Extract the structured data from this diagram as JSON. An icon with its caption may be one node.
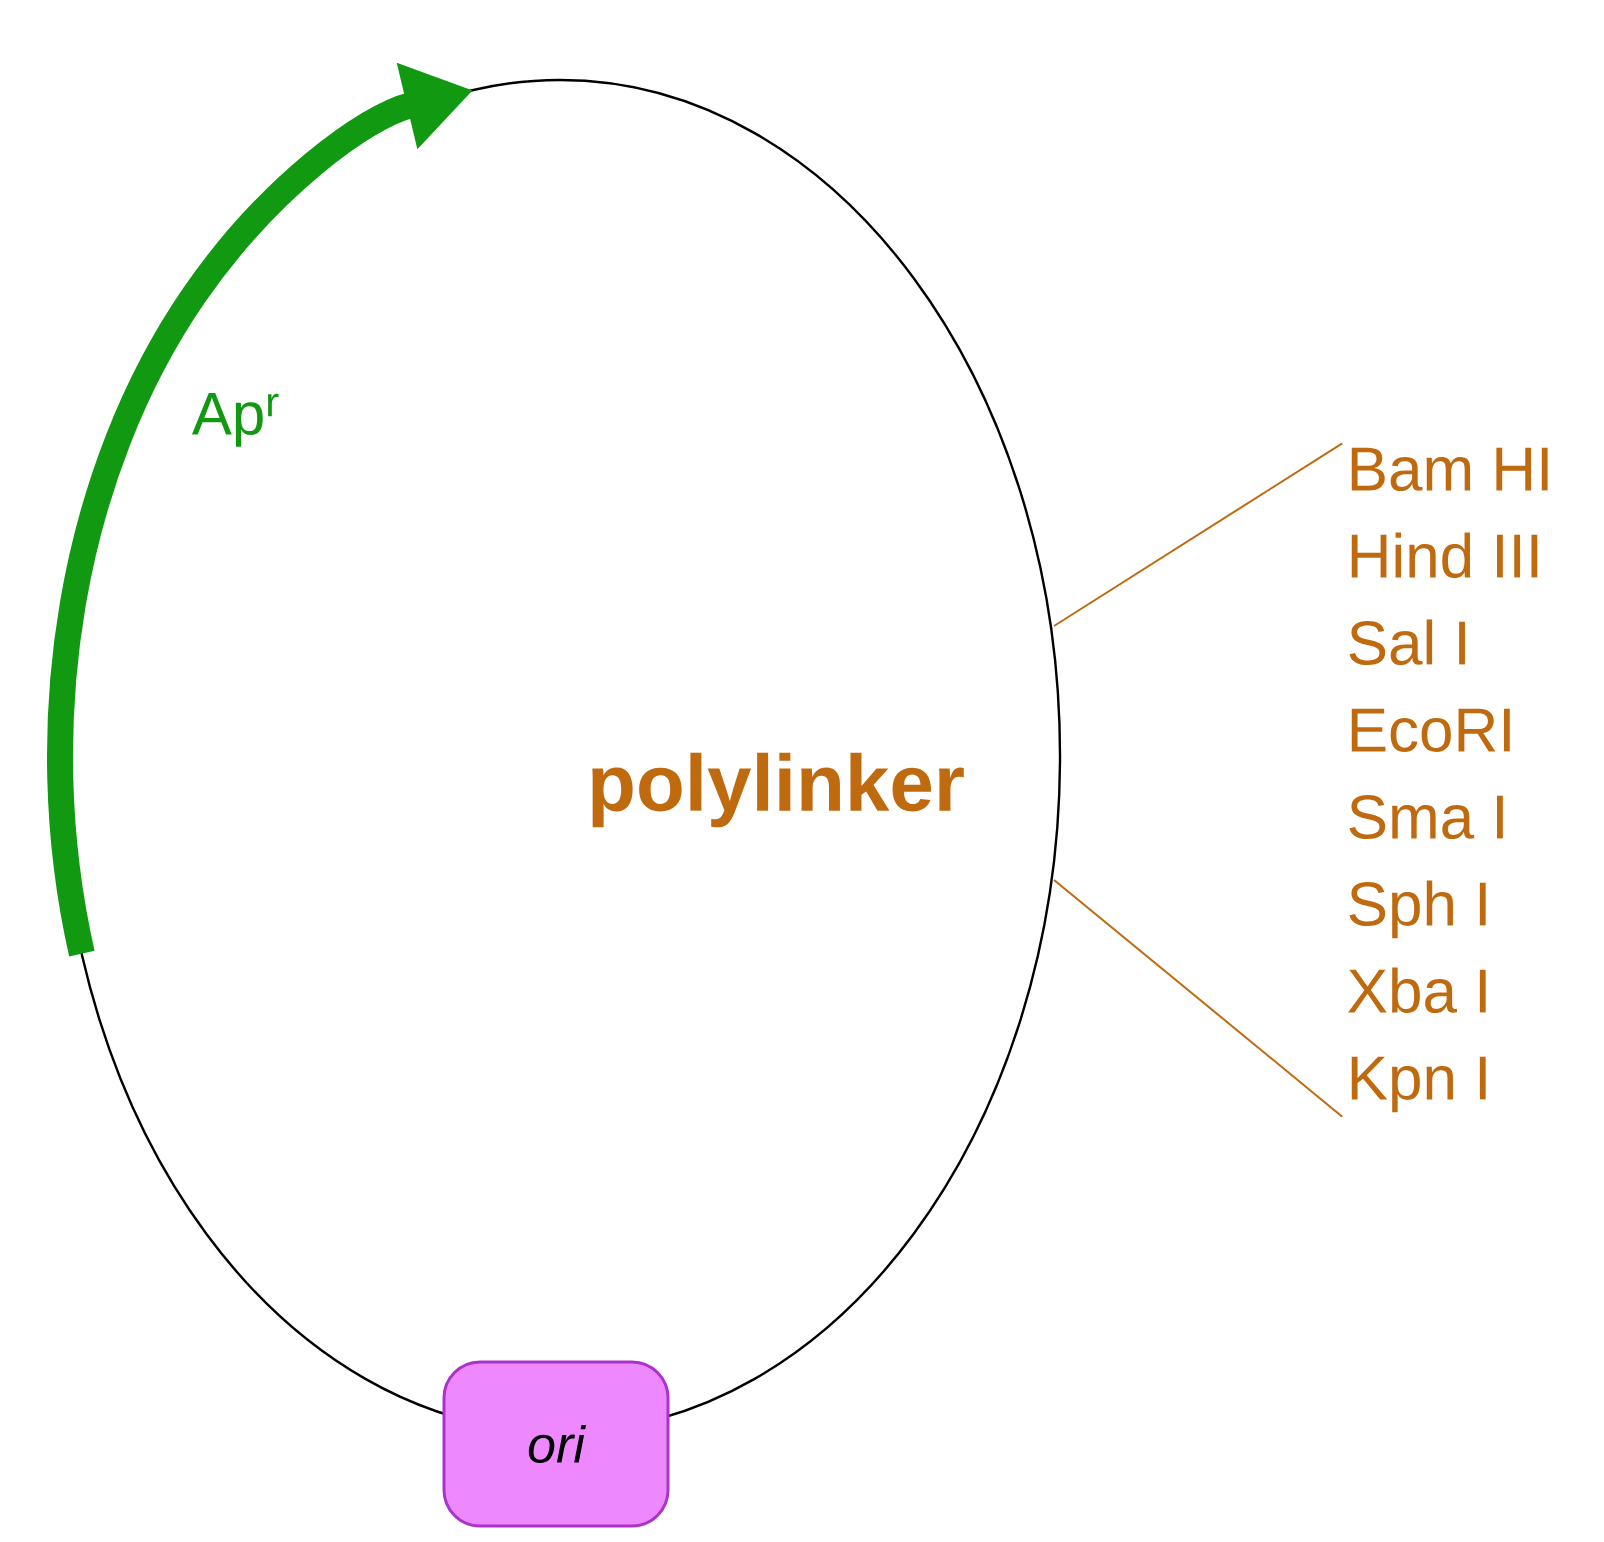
{
  "diagram": {
    "nodes": [
      {
        "text": [
          "ori"
        ]
      },
      {
        "text": [
          "Bam HI",
          "Hind III",
          "Sal I",
          "EcoRI",
          "Sma I",
          "Sph I",
          "Xba I",
          "Kpn I"
        ]
      }
    ],
    "edges": [
      {
        "from": 1,
        "to": null,
        "arrow": "none"
      },
      {
        "from": 1,
        "to": null,
        "arrow": "none"
      }
    ],
    "labels": [
      "Ap$^{r}$",
      "polylinker"
    ]
  }
}
